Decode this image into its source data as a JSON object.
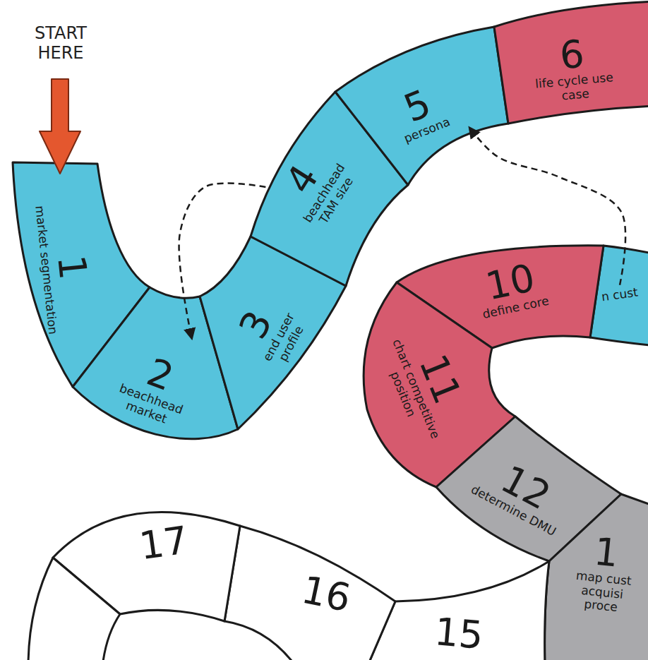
{
  "diagram": {
    "nodes": [
      {
        "text": [
          "1",
          "market segmentation"
        ]
      },
      {
        "text": [
          "2",
          "beachhead market"
        ]
      },
      {
        "text": [
          "3",
          "end user profile"
        ]
      },
      {
        "text": [
          "4",
          "beachhead TAM size"
        ]
      },
      {
        "text": [
          "5",
          "persona"
        ]
      },
      {
        "text": [
          "6",
          "life cycle use case"
        ]
      },
      {
        "text": [
          "n cust"
        ]
      },
      {
        "text": [
          "10",
          "define core"
        ]
      },
      {
        "text": [
          "11",
          "chart competitive position"
        ]
      },
      {
        "text": [
          "12",
          "determine DMU"
        ]
      },
      {
        "text": [
          "1",
          "map cust acquisi proce"
        ]
      },
      {
        "text": [
          "15"
        ]
      },
      {
        "text": [
          "16"
        ]
      },
      {
        "text": [
          "17"
        ]
      }
    ],
    "edges": [
      {
        "from": 3,
        "to": 1,
        "arrow": "to"
      },
      {
        "from": 6,
        "to": 4,
        "arrow": "to"
      }
    ],
    "labels": [
      "START HERE"
    ]
  }
}
